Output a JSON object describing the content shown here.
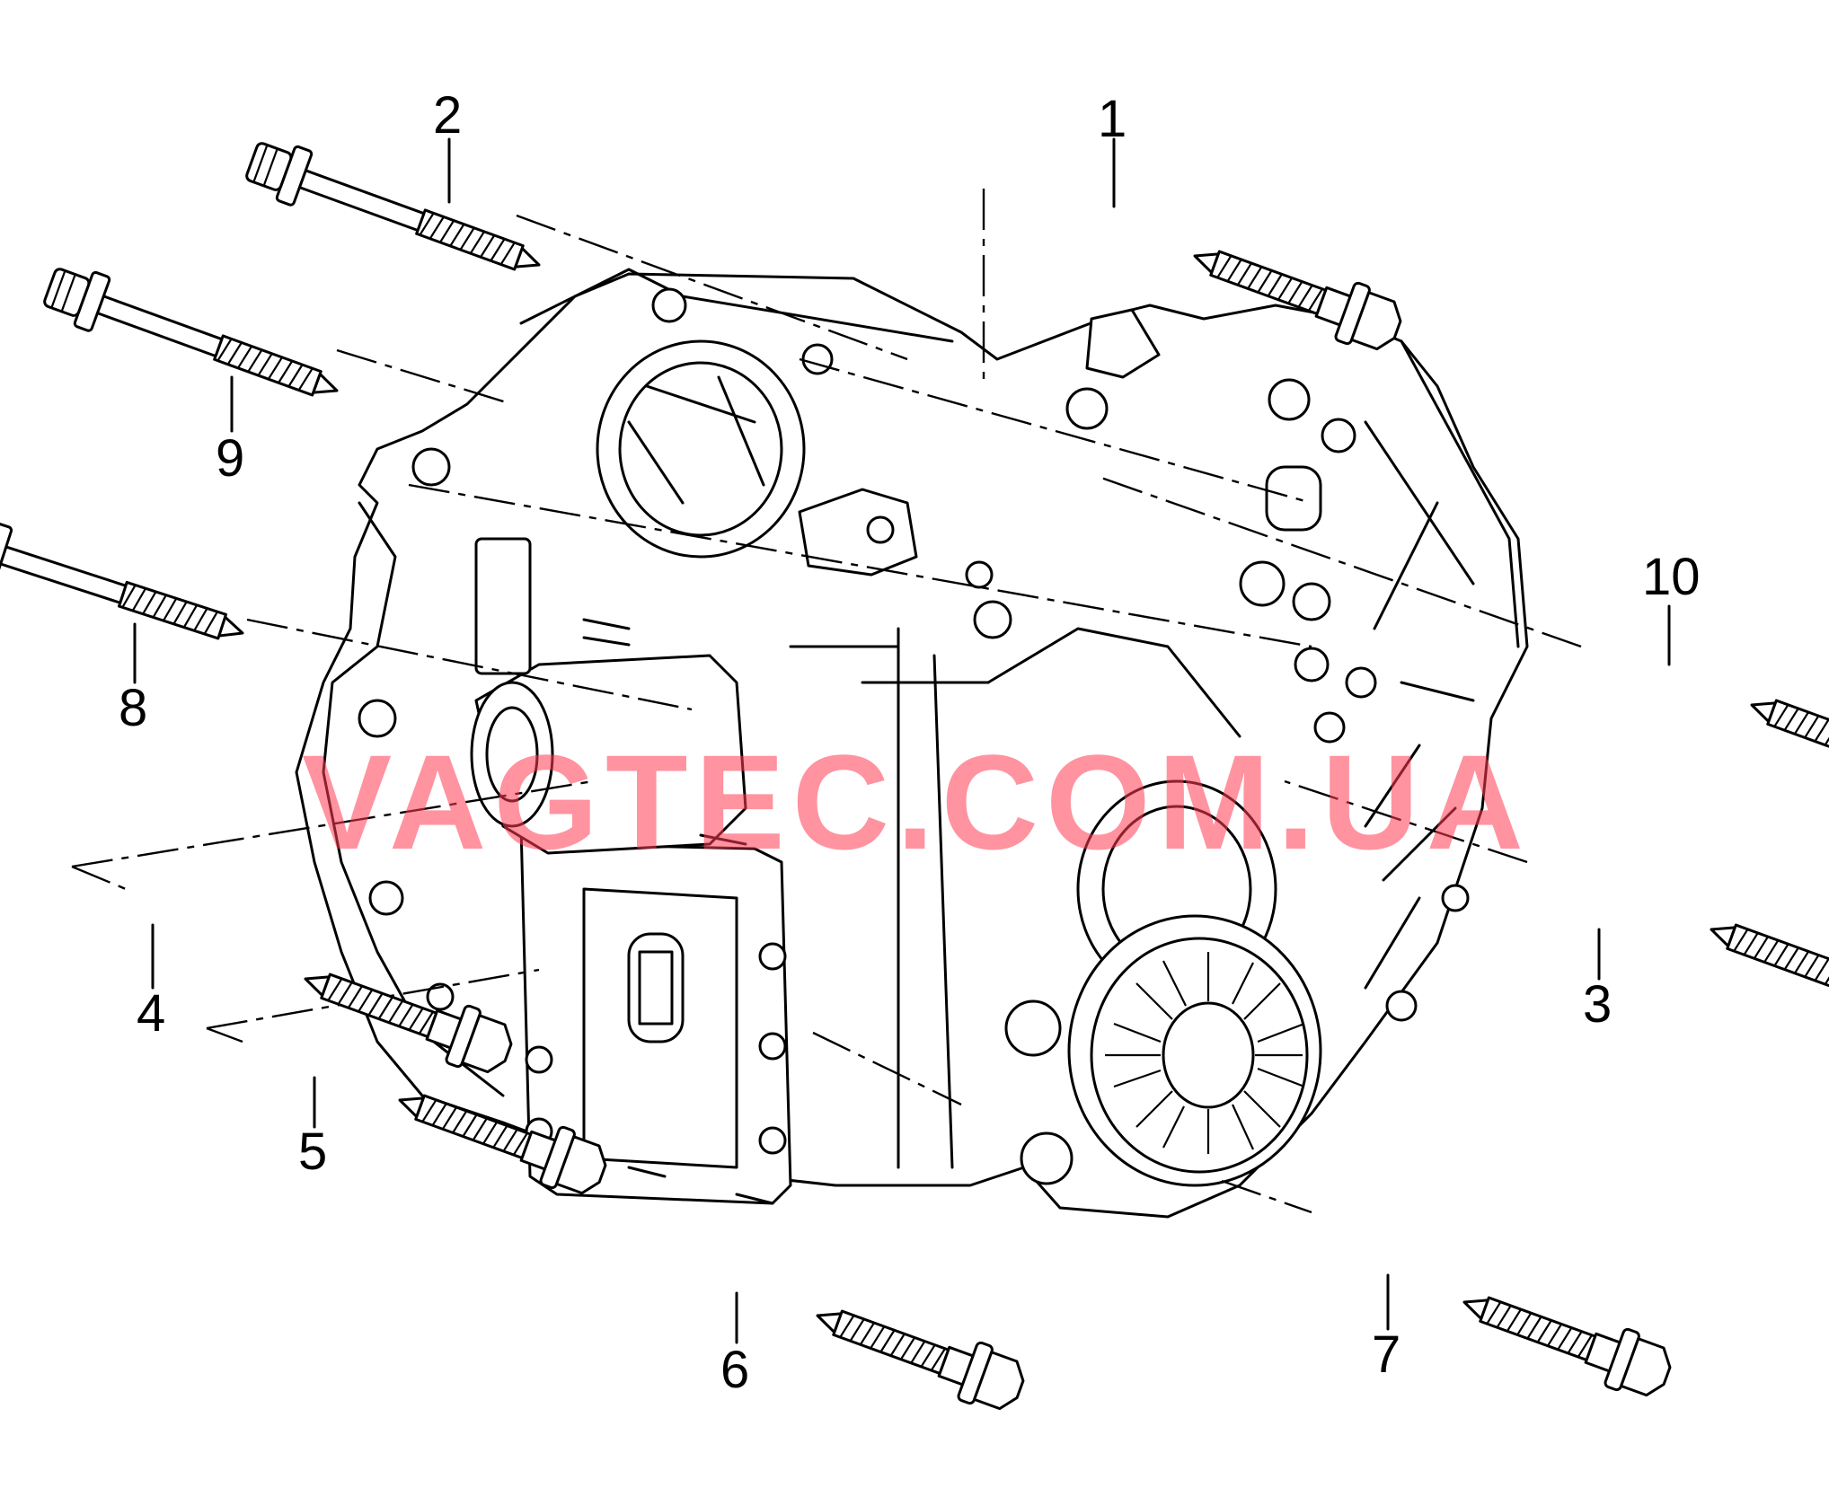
{
  "callouts": {
    "c1": "1",
    "c2": "2",
    "c3": "3",
    "c4": "4",
    "c5": "5",
    "c6": "6",
    "c7": "7",
    "c8": "8",
    "c9": "9",
    "c10": "10"
  },
  "watermark": {
    "text": "VAGTEC.COM.UA",
    "color": "#ff3b52"
  },
  "colors": {
    "line": "#000000",
    "background": "#ffffff"
  }
}
